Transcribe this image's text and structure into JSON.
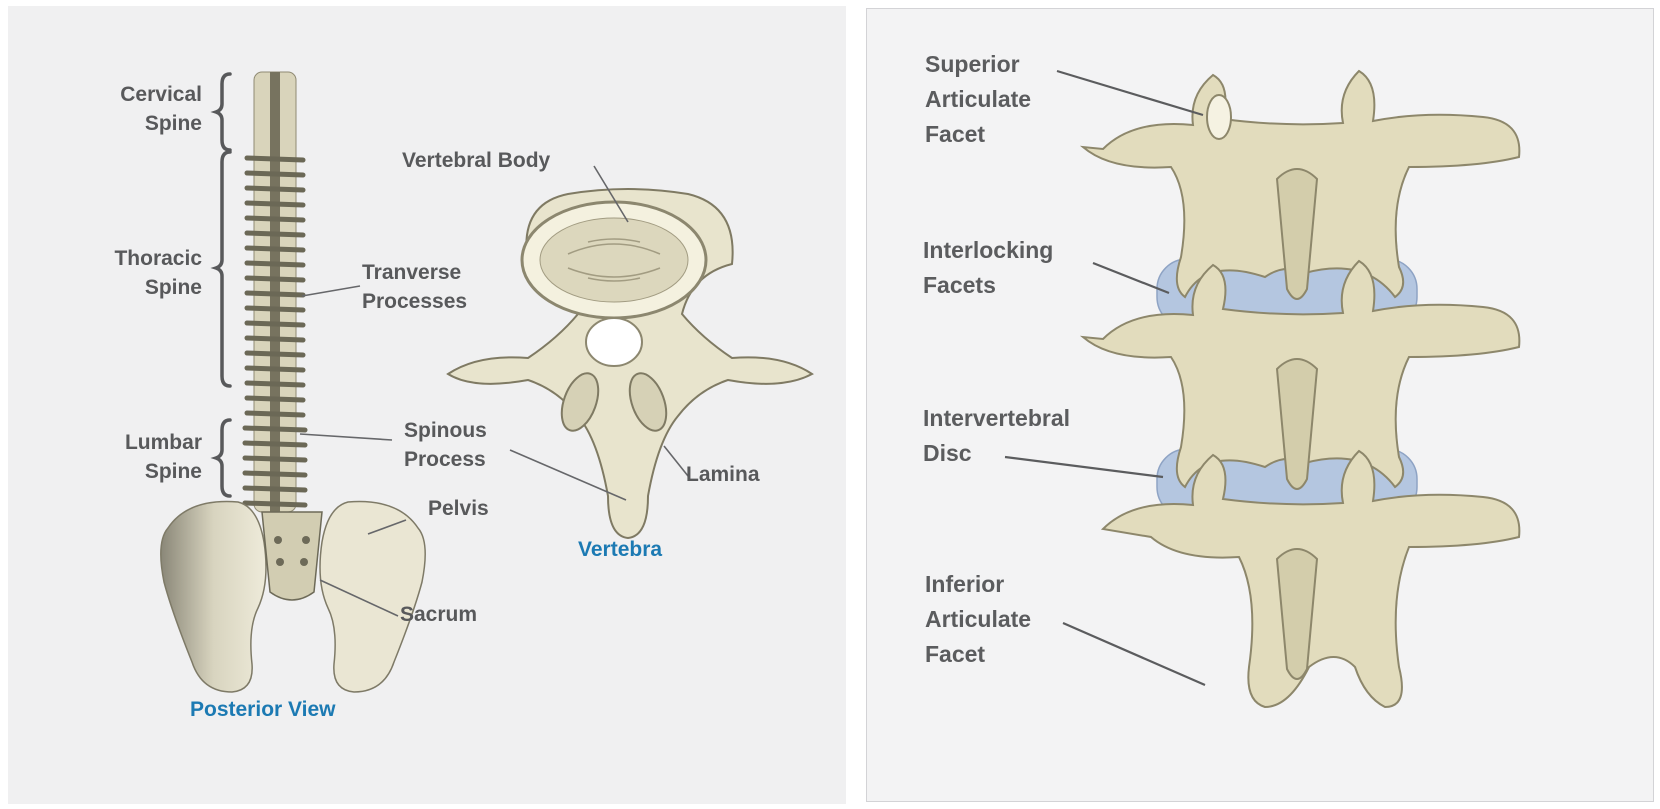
{
  "left": {
    "labels": {
      "cervical": "Cervical\nSpine",
      "thoracic": "Thoracic\nSpine",
      "lumbar": "Lumbar\nSpine",
      "transverse": "Tranverse\nProcesses",
      "spinous": "Spinous\nProcess",
      "pelvis": "Pelvis",
      "sacrum": "Sacrum",
      "vertebral_body": "Vertebral Body",
      "lamina": "Lamina"
    },
    "captions": {
      "posterior_view": "Posterior View",
      "vertebra": "Vertebra"
    }
  },
  "right": {
    "labels": {
      "superior": "Superior\nArticulate\nFacet",
      "interlocking": "Interlocking\nFacets",
      "intervertebral": "Intervertebral\nDisc",
      "inferior": "Inferior\nArticulate\nFacet"
    }
  },
  "colors": {
    "label_text": "#58595b",
    "caption_blue": "#1c7ab3",
    "bone": "#e4dfc4",
    "bone_shadow": "#a7a185",
    "disc": "#b4c6e0",
    "panel_bg": "#f0f0f1"
  }
}
